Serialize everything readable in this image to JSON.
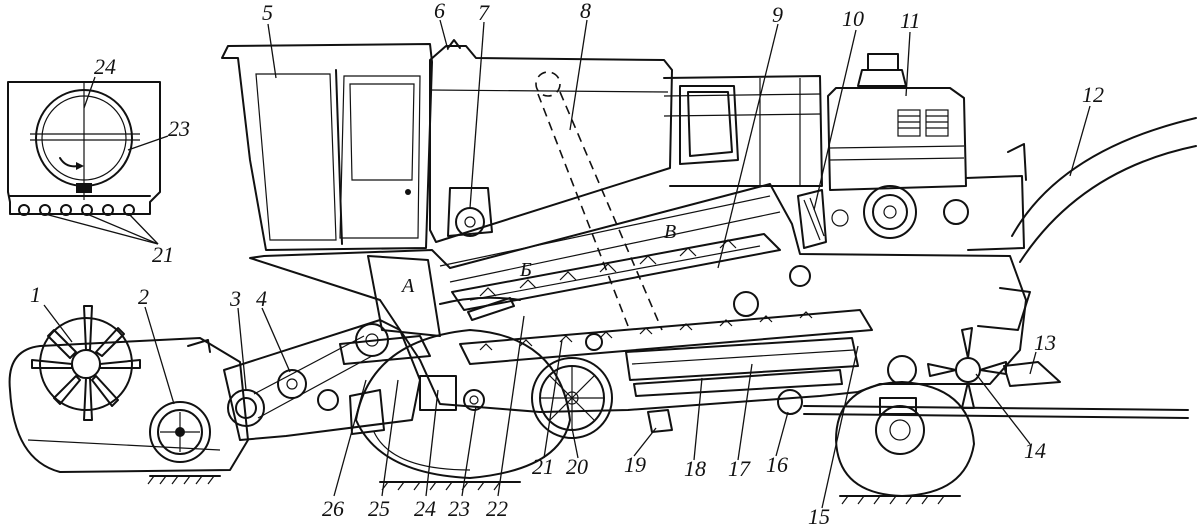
{
  "labels": {
    "n1": "1",
    "n2": "2",
    "n3": "3",
    "n4": "4",
    "n5": "5",
    "n6": "6",
    "n7": "7",
    "n8": "8",
    "n9": "9",
    "n10": "10",
    "n11": "11",
    "n12": "12",
    "n13": "13",
    "n14": "14",
    "n15": "15",
    "n16": "16",
    "n17": "17",
    "n18": "18",
    "n19": "19",
    "n20": "20",
    "n21": "21",
    "n22": "22",
    "n23": "23",
    "n24": "24",
    "n25": "25",
    "n26": "26",
    "inset24": "24",
    "inset23": "23",
    "inset21": "21"
  },
  "zones": {
    "A": "А",
    "B": "Б",
    "V": "В"
  }
}
